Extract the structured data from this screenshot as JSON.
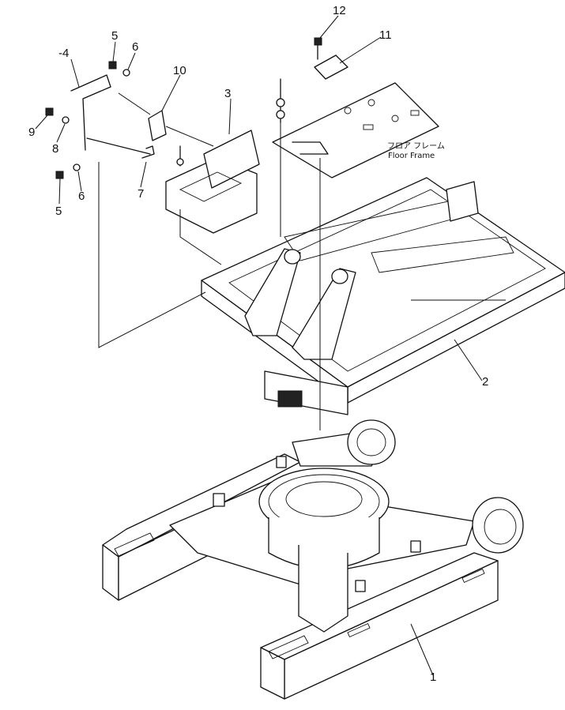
{
  "callouts": {
    "c1": "1",
    "c2": "2",
    "c3": "3",
    "c4": "-4",
    "c5a": "5",
    "c5b": "5",
    "c6a": "6",
    "c6b": "6",
    "c7": "7",
    "c8": "8",
    "c9": "9",
    "c10": "10",
    "c11": "11",
    "c12": "12"
  },
  "floor_frame_label": {
    "japanese": "フロア フレーム",
    "english": "Floor Frame"
  }
}
